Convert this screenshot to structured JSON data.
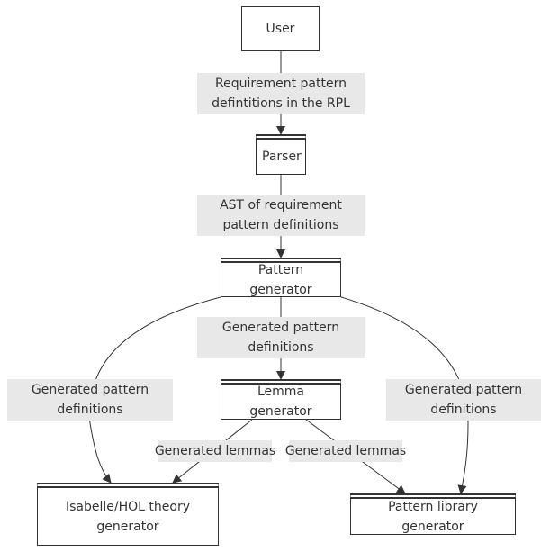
{
  "nodes": {
    "user": "User",
    "parser": "Parser",
    "pattern_generator": "Pattern generator",
    "lemma_generator": "Lemma generator",
    "isabelle_generator": [
      "Isabelle/HOL theory",
      "generator"
    ],
    "pattern_library_generator": "Pattern library generator"
  },
  "edge_labels": {
    "user_to_parser": [
      "Requirement pattern",
      "defintitions in the RPL"
    ],
    "parser_to_pattern": [
      "AST of requirement",
      "pattern definitions"
    ],
    "pattern_to_lemma": [
      "Generated pattern",
      "definitions"
    ],
    "pattern_to_isabelle": [
      "Generated pattern",
      "definitions"
    ],
    "pattern_to_library": [
      "Generated pattern",
      "definitions"
    ],
    "lemma_to_isabelle": "Generated lemmas",
    "lemma_to_library": "Generated lemmas"
  },
  "colors": {
    "line": "#333333",
    "node_fill": "#ffffff",
    "label_fill": "#e8e8e8"
  }
}
